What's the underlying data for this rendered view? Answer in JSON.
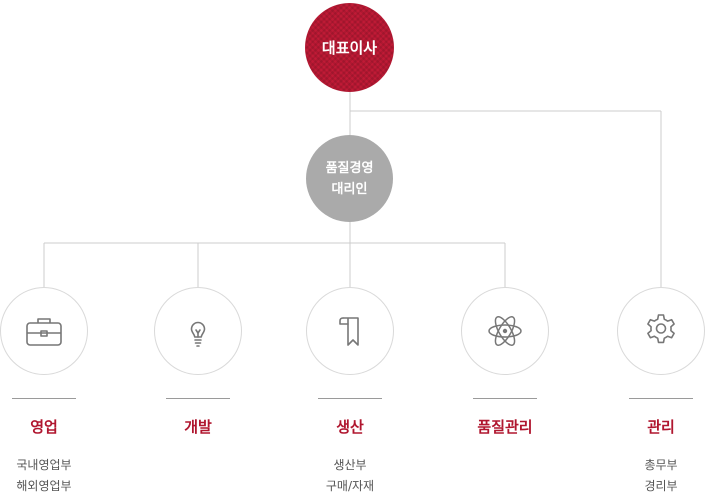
{
  "ceo": {
    "label": "대표이사"
  },
  "quality_rep": {
    "line1": "품질경영",
    "line2": "대리인"
  },
  "departments": [
    {
      "name": "영업",
      "icon": "briefcase-icon",
      "subs": [
        "국내영업부",
        "해외영업부"
      ]
    },
    {
      "name": "개발",
      "icon": "lightbulb-icon",
      "subs": []
    },
    {
      "name": "생산",
      "icon": "bookmark-icon",
      "subs": [
        "생산부",
        "구매/자재"
      ]
    },
    {
      "name": "품질관리",
      "icon": "atom-icon",
      "subs": []
    },
    {
      "name": "관리",
      "icon": "gear-icon",
      "subs": [
        "총무부",
        "경리부"
      ]
    }
  ],
  "colors": {
    "ceo_fill": "#c01a36",
    "quality_rep_fill": "#aaaaaa",
    "department_title": "#b0162f",
    "connector": "#cccccc",
    "circle_border": "#d9d9d9",
    "icon": "#777777"
  }
}
